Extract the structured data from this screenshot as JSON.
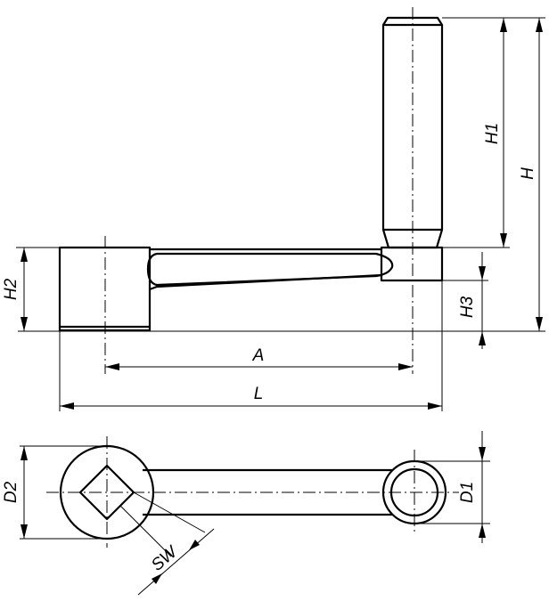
{
  "labels": {
    "H": "H",
    "H1": "H1",
    "H2": "H2",
    "H3": "H3",
    "A": "A",
    "L": "L",
    "D1": "D1",
    "D2": "D2",
    "SW": "SW"
  }
}
